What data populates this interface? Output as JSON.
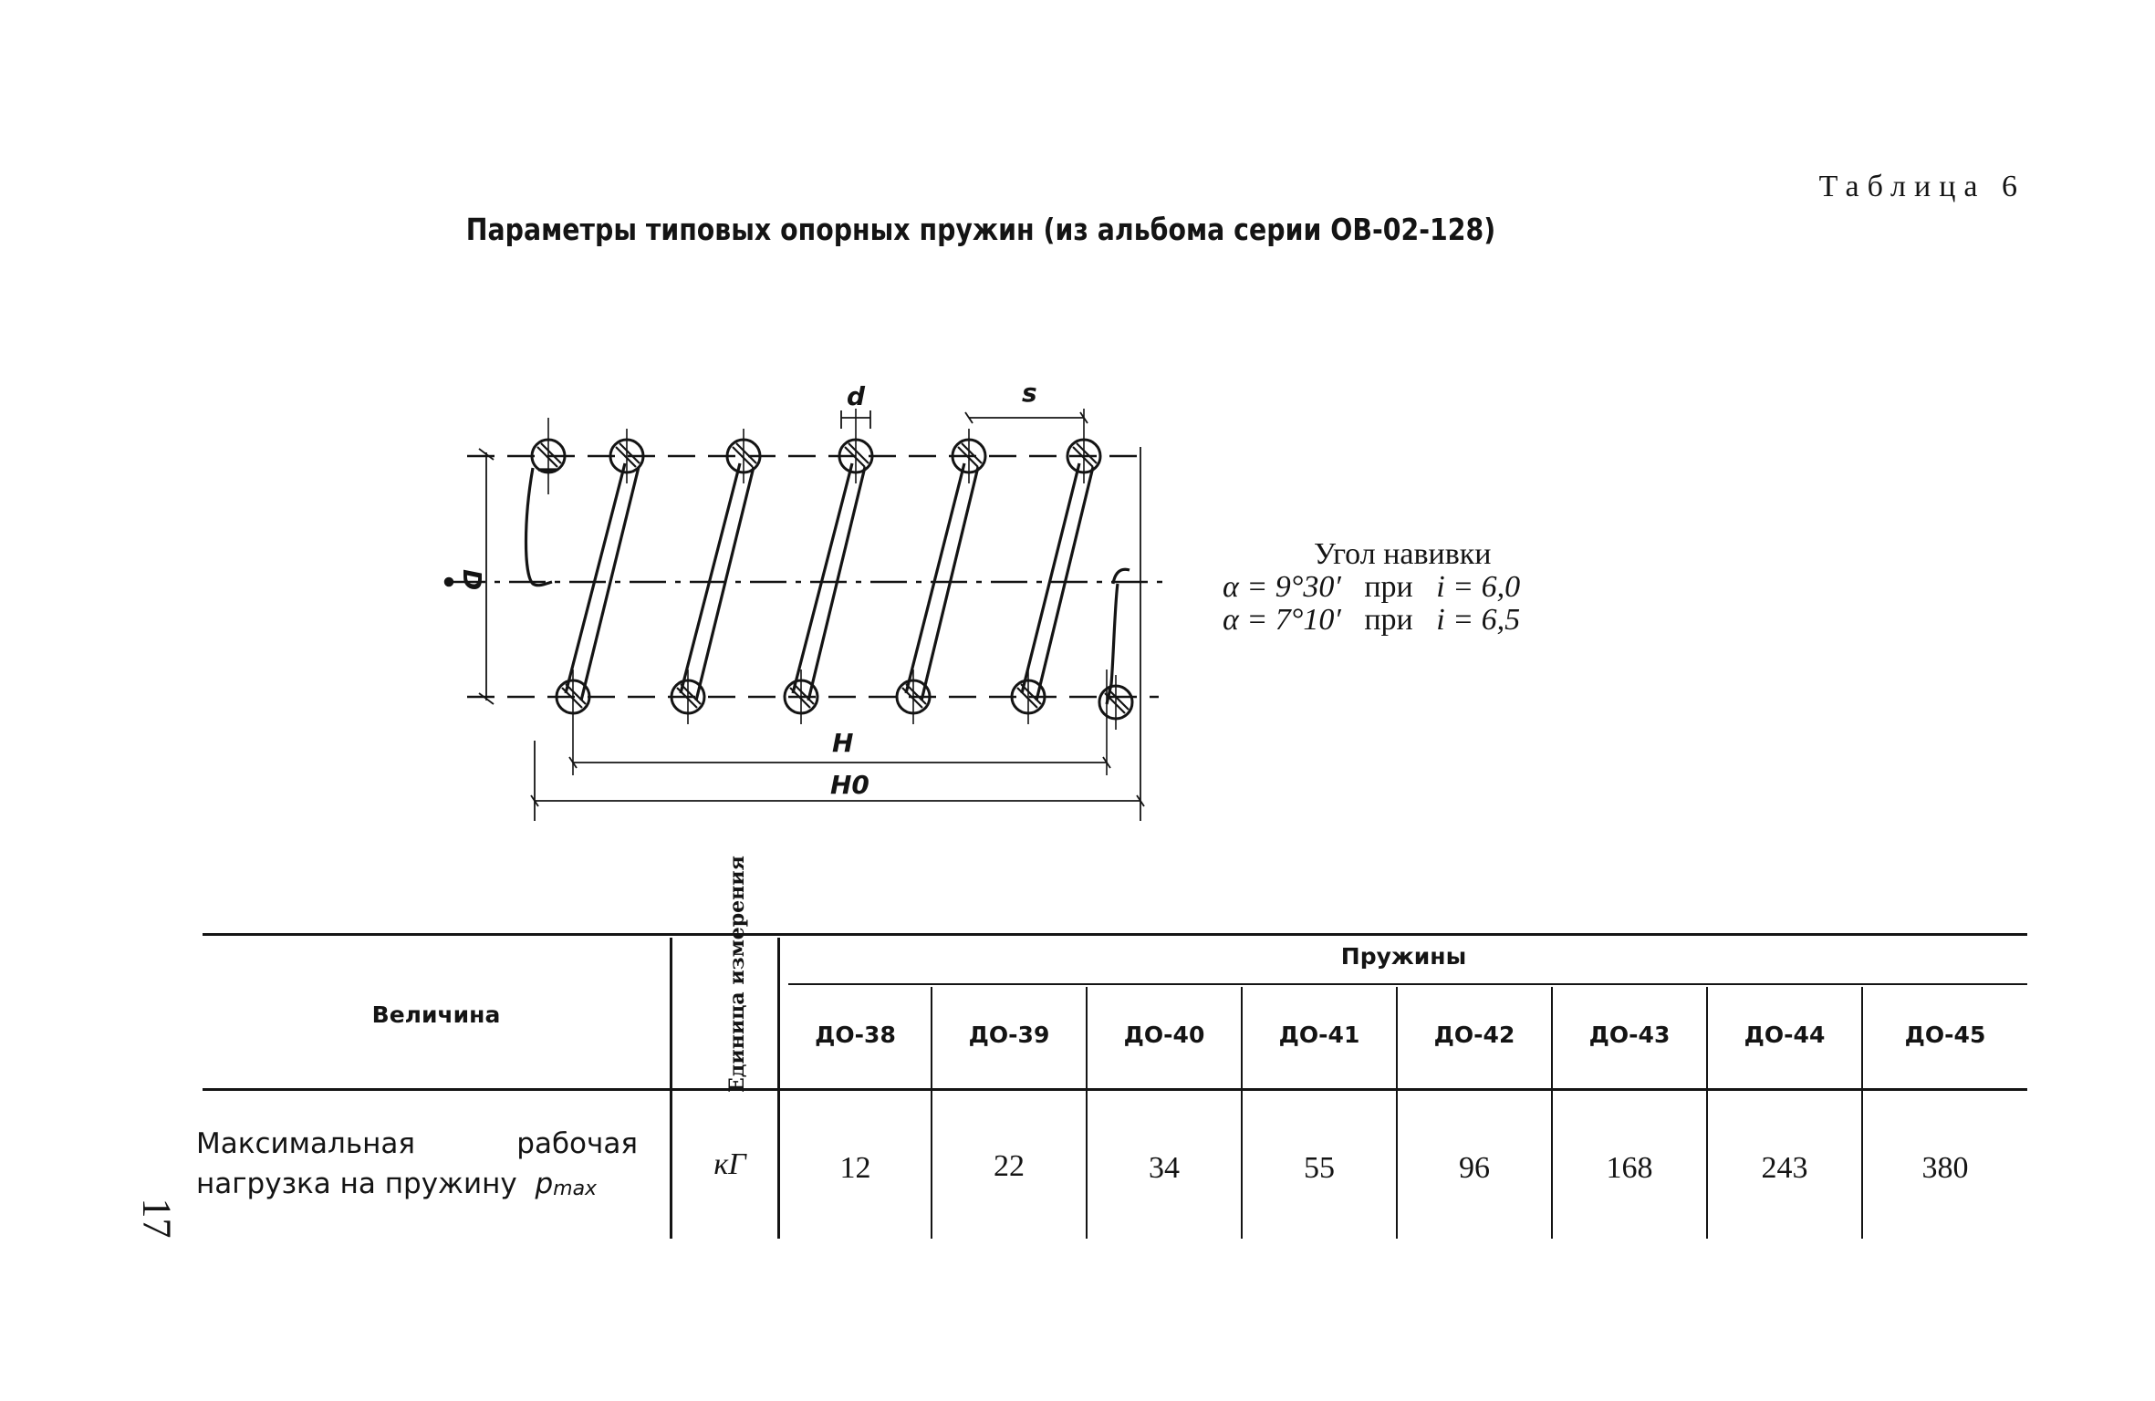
{
  "header": {
    "table_label": "Таблица 6",
    "title": "Параметры типовых опорных пружин (из альбома серии ОВ-02-128)"
  },
  "drawing": {
    "labels": {
      "d": "d",
      "s": "s",
      "D": "D",
      "H": "H",
      "H0": "H0"
    },
    "note": {
      "title": "Угол навивки",
      "line1_alpha": "α = 9°30′",
      "line1_pri": "при",
      "line1_i": "i = 6,0",
      "line2_alpha": "α = 7°10′",
      "line2_pri": "при",
      "line2_i": "i = 6,5"
    }
  },
  "table": {
    "col_quantity": "Величина",
    "col_unit": "Единица измерения",
    "col_group": "Пружины",
    "springs": [
      "ДО-38",
      "ДО-39",
      "ДО-40",
      "ДО-41",
      "ДО-42",
      "ДО-43",
      "ДО-44",
      "ДО-45"
    ],
    "row": {
      "param_line1": "Максимальная рабочая",
      "param_line2": "нагрузка на пружину",
      "param_symbol": "p",
      "param_sub": "max",
      "unit": "кГ",
      "values": [
        "12",
        "22",
        "34",
        "55",
        "96",
        "168",
        "243",
        "380"
      ]
    }
  },
  "page_number": "17"
}
